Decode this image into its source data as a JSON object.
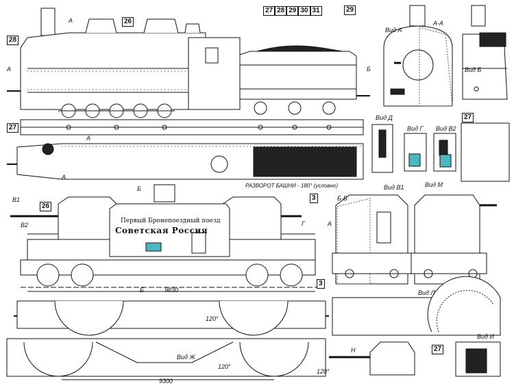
{
  "boxes": {
    "b28a": "28",
    "b26a": "26",
    "b27a": "27",
    "b26b": "26",
    "b3a": "3",
    "b3b": "3",
    "b27b": "27",
    "b27c": "27",
    "b29": "29",
    "strip": [
      "27",
      "28",
      "29",
      "30",
      "31"
    ]
  },
  "views": {
    "vid_a": "Вид А",
    "aa": "А-А",
    "vid_b": "Вид Б",
    "vid_d": "Вид Д",
    "vid_g": "Вид Г",
    "vid_v2": "Вид В2",
    "vid_v1": "Вид В1",
    "vid_m": "Вид М",
    "bb": "Б-Б",
    "vid_l": "Вид Л",
    "vid_zh": "Вид Ж",
    "vid_i": "Вид И"
  },
  "letters": {
    "a_top": "А",
    "a_left": "А",
    "b_right": "Б",
    "a_small": "А",
    "b_mid": "Б",
    "v1": "В1",
    "v2": "В2",
    "g": "Г",
    "a_right": "А",
    "b_bottom": "Б",
    "a_bottom": "А",
    "n": "Н"
  },
  "notes": {
    "turret": "РАЗВОРОТ  БАШНИ - 180° (условно)"
  },
  "train": {
    "line1": "Первый Бронепоездный поезд",
    "line2": "Советская Россия"
  },
  "dims": {
    "len_loco": "9830",
    "len_car": "9300",
    "ang1": "120°",
    "ang2": "120°",
    "ang3": "120°"
  }
}
